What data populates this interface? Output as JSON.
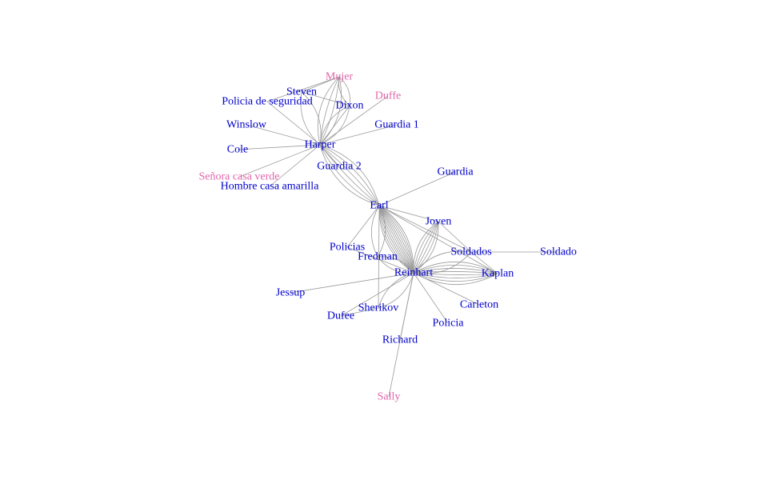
{
  "colors": {
    "male": "#0000cc",
    "female": "#e066aa",
    "edge": "#9a9a9a",
    "background": "#ffffff"
  },
  "nodes": [
    {
      "id": "mujer",
      "label": "Mujer",
      "group": "female"
    },
    {
      "id": "steven",
      "label": "Steven",
      "group": "male"
    },
    {
      "id": "policia-seguridad",
      "label": "Policia de seguridad",
      "group": "male"
    },
    {
      "id": "dixon",
      "label": "Dixon",
      "group": "male"
    },
    {
      "id": "duffe",
      "label": "Duffe",
      "group": "female"
    },
    {
      "id": "guardia1",
      "label": "Guardia 1",
      "group": "male"
    },
    {
      "id": "winslow",
      "label": "Winslow",
      "group": "male"
    },
    {
      "id": "harper",
      "label": "Harper",
      "group": "male"
    },
    {
      "id": "cole",
      "label": "Cole",
      "group": "male"
    },
    {
      "id": "guardia2",
      "label": "Guardia 2",
      "group": "male"
    },
    {
      "id": "senora",
      "label": "Señora casa verde",
      "group": "female"
    },
    {
      "id": "hombre",
      "label": "Hombre casa amarilla",
      "group": "male"
    },
    {
      "id": "guardia",
      "label": "Guardia",
      "group": "male"
    },
    {
      "id": "earl",
      "label": "Earl",
      "group": "male"
    },
    {
      "id": "joven",
      "label": "Joven",
      "group": "male"
    },
    {
      "id": "policias",
      "label": "Policias",
      "group": "male"
    },
    {
      "id": "fredman",
      "label": "Fredman",
      "group": "male"
    },
    {
      "id": "soldados",
      "label": "Soldados",
      "group": "male"
    },
    {
      "id": "soldado",
      "label": "Soldado",
      "group": "male"
    },
    {
      "id": "reinhart",
      "label": "Reinhart",
      "group": "male"
    },
    {
      "id": "kaplan",
      "label": "Kaplan",
      "group": "male"
    },
    {
      "id": "jessup",
      "label": "Jessup",
      "group": "male"
    },
    {
      "id": "sherikov",
      "label": "Sherikov",
      "group": "male"
    },
    {
      "id": "carleton",
      "label": "Carleton",
      "group": "male"
    },
    {
      "id": "dufee",
      "label": "Dufee",
      "group": "male"
    },
    {
      "id": "policia",
      "label": "Policia",
      "group": "male"
    },
    {
      "id": "richard",
      "label": "Richard",
      "group": "male"
    },
    {
      "id": "sally",
      "label": "Sally",
      "group": "female"
    }
  ],
  "edges": [
    {
      "source": "harper",
      "target": "mujer",
      "weight": 4
    },
    {
      "source": "harper",
      "target": "steven",
      "weight": 2
    },
    {
      "source": "harper",
      "target": "policia-seguridad",
      "weight": 1
    },
    {
      "source": "harper",
      "target": "dixon",
      "weight": 3
    },
    {
      "source": "harper",
      "target": "duffe",
      "weight": 1
    },
    {
      "source": "harper",
      "target": "guardia1",
      "weight": 1
    },
    {
      "source": "harper",
      "target": "winslow",
      "weight": 1
    },
    {
      "source": "harper",
      "target": "cole",
      "weight": 1
    },
    {
      "source": "harper",
      "target": "senora",
      "weight": 1
    },
    {
      "source": "harper",
      "target": "hombre",
      "weight": 1
    },
    {
      "source": "harper",
      "target": "guardia2",
      "weight": 1
    },
    {
      "source": "harper",
      "target": "earl",
      "weight": 6
    },
    {
      "source": "steven",
      "target": "mujer",
      "weight": 1
    },
    {
      "source": "dixon",
      "target": "mujer",
      "weight": 2
    },
    {
      "source": "policia-seguridad",
      "target": "mujer",
      "weight": 1
    },
    {
      "source": "steven",
      "target": "dixon",
      "weight": 1
    },
    {
      "source": "earl",
      "target": "guardia",
      "weight": 1
    },
    {
      "source": "earl",
      "target": "reinhart",
      "weight": 12
    },
    {
      "source": "earl",
      "target": "joven",
      "weight": 1
    },
    {
      "source": "earl",
      "target": "policias",
      "weight": 1
    },
    {
      "source": "earl",
      "target": "fredman",
      "weight": 2
    },
    {
      "source": "earl",
      "target": "soldados",
      "weight": 1
    },
    {
      "source": "earl",
      "target": "sherikov",
      "weight": 1
    },
    {
      "source": "earl",
      "target": "kaplan",
      "weight": 1
    },
    {
      "source": "reinhart",
      "target": "joven",
      "weight": 6
    },
    {
      "source": "reinhart",
      "target": "soldados",
      "weight": 2
    },
    {
      "source": "reinhart",
      "target": "kaplan",
      "weight": 8
    },
    {
      "source": "reinhart",
      "target": "carleton",
      "weight": 1
    },
    {
      "source": "reinhart",
      "target": "policia",
      "weight": 1
    },
    {
      "source": "reinhart",
      "target": "sherikov",
      "weight": 2
    },
    {
      "source": "reinhart",
      "target": "dufee",
      "weight": 1
    },
    {
      "source": "reinhart",
      "target": "fredman",
      "weight": 2
    },
    {
      "source": "reinhart",
      "target": "policias",
      "weight": 1
    },
    {
      "source": "reinhart",
      "target": "jessup",
      "weight": 1
    },
    {
      "source": "reinhart",
      "target": "sally",
      "weight": 1
    },
    {
      "source": "reinhart",
      "target": "richard",
      "weight": 1
    },
    {
      "source": "soldados",
      "target": "soldado",
      "weight": 1
    },
    {
      "source": "soldados",
      "target": "kaplan",
      "weight": 1
    },
    {
      "source": "joven",
      "target": "soldados",
      "weight": 1
    },
    {
      "source": "sherikov",
      "target": "dufee",
      "weight": 1
    }
  ]
}
